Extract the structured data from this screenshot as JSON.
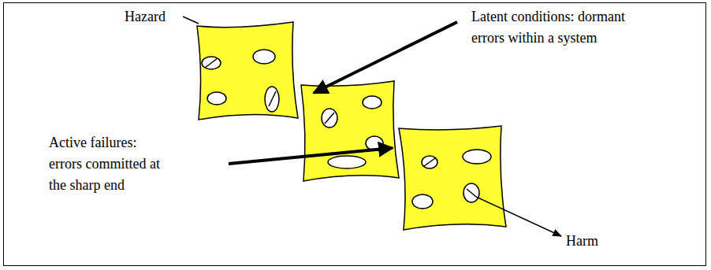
{
  "diagram": {
    "labels": [
      "Hazard",
      "Latent conditions: dormant errors within a system",
      "Active failures: errors committed at the sharp end",
      "Harm"
    ]
  }
}
